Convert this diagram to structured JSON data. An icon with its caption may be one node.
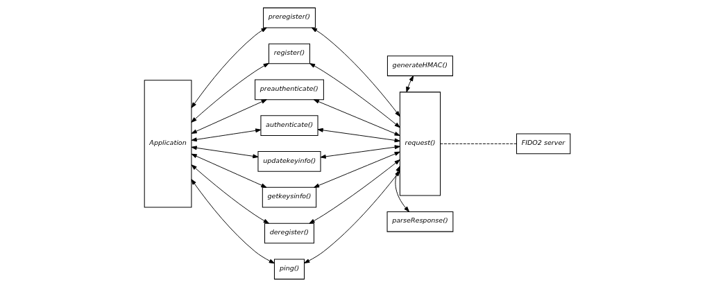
{
  "diagram": {
    "nodes": [
      {
        "text": [
          "Application"
        ]
      },
      {
        "text": [
          "preregister()"
        ]
      },
      {
        "text": [
          "register()"
        ]
      },
      {
        "text": [
          "preauthenticate()"
        ]
      },
      {
        "text": [
          "authenticate()"
        ]
      },
      {
        "text": [
          "updatekeyinfo()"
        ]
      },
      {
        "text": [
          "getkeysinfo()"
        ]
      },
      {
        "text": [
          "deregister()"
        ]
      },
      {
        "text": [
          "ping()"
        ]
      },
      {
        "text": [
          "generateHMAC()"
        ]
      },
      {
        "text": [
          "request()"
        ]
      },
      {
        "text": [
          "parseResponse()"
        ]
      },
      {
        "text": [
          "FIDO2 server"
        ]
      }
    ],
    "edges": [
      {
        "from": 0,
        "to": 1,
        "arrow": "both"
      },
      {
        "from": 0,
        "to": 2,
        "arrow": "both"
      },
      {
        "from": 0,
        "to": 3,
        "arrow": "both"
      },
      {
        "from": 0,
        "to": 4,
        "arrow": "both"
      },
      {
        "from": 0,
        "to": 5,
        "arrow": "both"
      },
      {
        "from": 0,
        "to": 6,
        "arrow": "both"
      },
      {
        "from": 0,
        "to": 7,
        "arrow": "both"
      },
      {
        "from": 0,
        "to": 8,
        "arrow": "both"
      },
      {
        "from": 10,
        "to": 1,
        "arrow": "both"
      },
      {
        "from": 10,
        "to": 2,
        "arrow": "both"
      },
      {
        "from": 10,
        "to": 3,
        "arrow": "both"
      },
      {
        "from": 10,
        "to": 4,
        "arrow": "both"
      },
      {
        "from": 10,
        "to": 5,
        "arrow": "both"
      },
      {
        "from": 10,
        "to": 6,
        "arrow": "both"
      },
      {
        "from": 10,
        "to": 7,
        "arrow": "both"
      },
      {
        "from": 10,
        "to": 8,
        "arrow": "both"
      },
      {
        "from": 10,
        "to": 9,
        "arrow": "both"
      },
      {
        "from": 10,
        "to": 11,
        "arrow": "both"
      },
      {
        "from": 10,
        "to": 12,
        "arrow": "none",
        "style": "dashed"
      }
    ]
  }
}
